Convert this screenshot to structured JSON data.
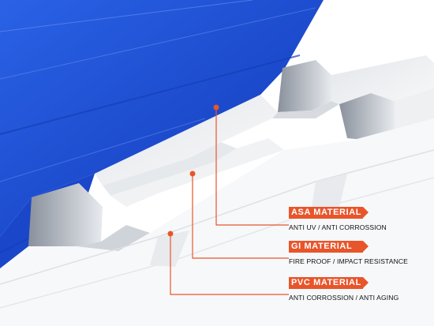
{
  "accent_color": "#e8552b",
  "roof_color": "#1f56d6",
  "materials": [
    {
      "name": "ASA  MATERIAL",
      "property": "ANTI UV / ANTI CORROSSION",
      "layer": "asa-layer"
    },
    {
      "name": "GI  MATERIAL",
      "property": "FIRE PROOF / IMPACT RESISTANCE",
      "layer": "gi-layer"
    },
    {
      "name": "PVC  MATERIAL",
      "property": "ANTI CORROSSION / ANTI AGING",
      "layer": "pvc-layer"
    }
  ]
}
